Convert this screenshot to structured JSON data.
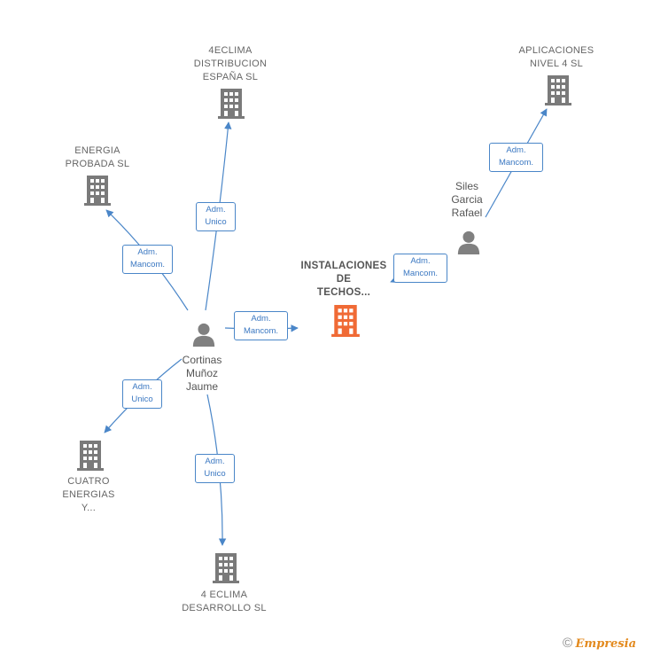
{
  "colors": {
    "edge": "#4a86c8",
    "company": "#7a7a7a",
    "main_company": "#f06a35",
    "person": "#808080"
  },
  "nodes": {
    "eclima_distribucion": "4ECLIMA\nDISTRIBUCION\nESPAÑA  SL",
    "energia_probada": "ENERGIA\nPROBADA  SL",
    "aplicaciones_nivel4": "APLICACIONES\nNIVEL 4  SL",
    "instalaciones_techos": "INSTALACIONES\nDE\nTECHOS...",
    "cuatro_energias": "CUATRO\nENERGIAS\nY...",
    "eclima_desarrollo": "4 ECLIMA\nDESARROLLO SL",
    "cortinas": "Cortinas\nMuñoz\nJaume",
    "siles": "Siles\nGarcia\nRafael"
  },
  "edges": {
    "to_distribucion": "Adm.\nUnico",
    "to_energia": "Adm.\nMancom.",
    "to_instalaciones": "Adm.\nMancom.",
    "to_cuatro": "Adm.\nUnico",
    "to_desarrollo": "Adm.\nUnico",
    "siles_to_aplicaciones": "Adm.\nMancom.",
    "siles_to_instalaciones": "Adm.\nMancom."
  },
  "footer": {
    "copyright": "©",
    "brand": "Empresia"
  }
}
